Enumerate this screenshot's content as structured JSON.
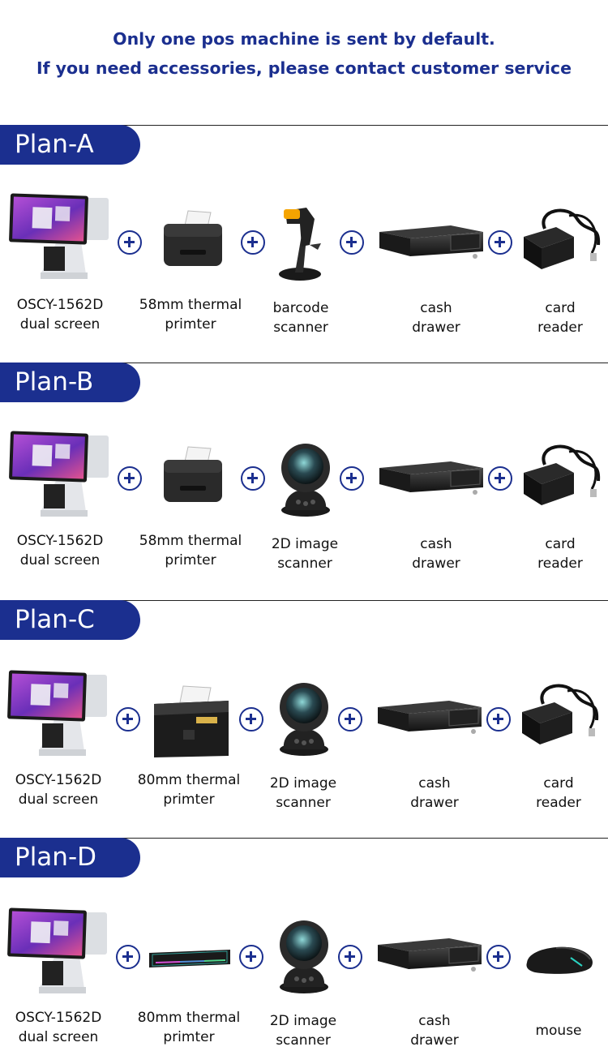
{
  "notice": {
    "line1": "Only one pos machine is sent by default.",
    "line2": "If you need accessories, please contact customer service"
  },
  "colors": {
    "accent": "#1b2f8f"
  },
  "plans": [
    {
      "title": "Plan-A",
      "items": [
        {
          "icon": "pos-terminal-icon",
          "line1": "OSCY-1562D",
          "line2": "dual screen"
        },
        {
          "icon": "thermal-printer-58-icon",
          "line1": "58mm thermal",
          "line2": "primter"
        },
        {
          "icon": "barcode-scanner-icon",
          "line1": "barcode",
          "line2": "scanner"
        },
        {
          "icon": "cash-drawer-icon",
          "line1": "cash",
          "line2": "drawer"
        },
        {
          "icon": "card-reader-icon",
          "line1": "card",
          "line2": "reader"
        }
      ]
    },
    {
      "title": "Plan-B",
      "items": [
        {
          "icon": "pos-terminal-icon",
          "line1": "OSCY-1562D",
          "line2": "dual screen"
        },
        {
          "icon": "thermal-printer-58-icon",
          "line1": "58mm thermal",
          "line2": "primter"
        },
        {
          "icon": "2d-image-scanner-icon",
          "line1": "2D image",
          "line2": "scanner"
        },
        {
          "icon": "cash-drawer-icon",
          "line1": "cash",
          "line2": "drawer"
        },
        {
          "icon": "card-reader-icon",
          "line1": "card",
          "line2": "reader"
        }
      ]
    },
    {
      "title": "Plan-C",
      "items": [
        {
          "icon": "pos-terminal-icon",
          "line1": "OSCY-1562D",
          "line2": "dual screen"
        },
        {
          "icon": "thermal-printer-80-icon",
          "line1": "80mm thermal",
          "line2": "primter"
        },
        {
          "icon": "2d-image-scanner-icon",
          "line1": "2D image",
          "line2": "scanner"
        },
        {
          "icon": "cash-drawer-icon",
          "line1": "cash",
          "line2": "drawer"
        },
        {
          "icon": "card-reader-icon",
          "line1": "card",
          "line2": "reader"
        }
      ]
    },
    {
      "title": "Plan-D",
      "items": [
        {
          "icon": "pos-terminal-icon",
          "line1": "OSCY-1562D",
          "line2": "dual screen"
        },
        {
          "icon": "keyboard-icon",
          "line1": "80mm thermal",
          "line2": "primter"
        },
        {
          "icon": "2d-image-scanner-icon",
          "line1": "2D image",
          "line2": "scanner"
        },
        {
          "icon": "cash-drawer-icon",
          "line1": "cash",
          "line2": "drawer"
        },
        {
          "icon": "mouse-icon",
          "line1": "mouse",
          "line2": ""
        }
      ]
    }
  ]
}
